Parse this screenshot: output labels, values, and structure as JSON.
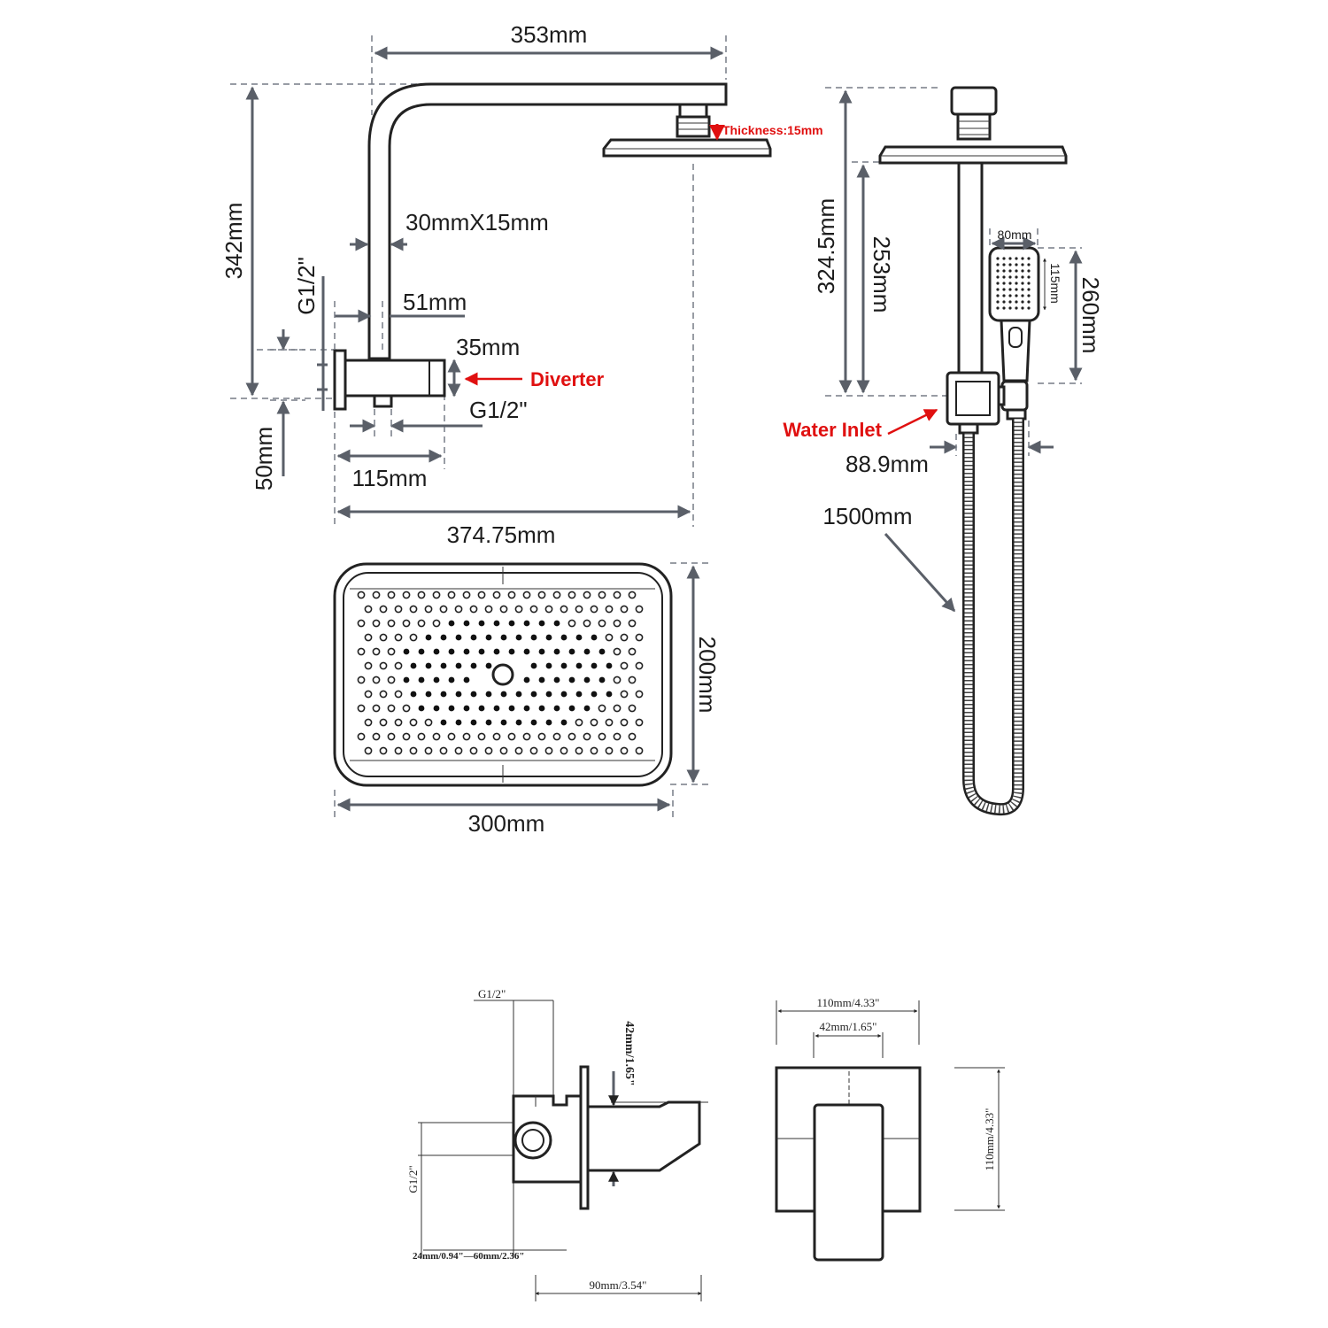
{
  "arm_view": {
    "width_353": "353mm",
    "height_342": "342mm",
    "thickness": "Thickness:15mm",
    "arm_section": "30mmX15mm",
    "inlet_top": "G1/2\"",
    "offset_51": "51mm",
    "diverter_35": "35mm",
    "diverter_label": "Diverter",
    "outlet_g12": "G1/2\"",
    "depth_50": "50mm",
    "body_115": "115mm",
    "total_374": "374.75mm"
  },
  "head_plan": {
    "width_300": "300mm",
    "depth_200": "200mm"
  },
  "side_view": {
    "height_324": "324.5mm",
    "height_253": "253mm",
    "handshower_width": "80mm",
    "handshower_face": "115mm",
    "handshower_height": "260mm",
    "water_inlet": "Water Inlet",
    "bracket_889": "88.9mm",
    "hose_1500": "1500mm"
  },
  "valve_side": {
    "g12_top": "G1/2\"",
    "depth_42": "42mm/1.65\"",
    "g12_left": "G1/2\"",
    "range": "24mm/0.94\"—60mm/2.36\"",
    "trim_90": "90mm/3.54\""
  },
  "valve_front": {
    "width_110": "110mm/4.33\"",
    "lever_42": "42mm/1.65\"",
    "height_110": "110mm/4.33\""
  },
  "colors": {
    "line": "#222222",
    "dimension": "#5a5f68",
    "callout": "#e01010"
  }
}
